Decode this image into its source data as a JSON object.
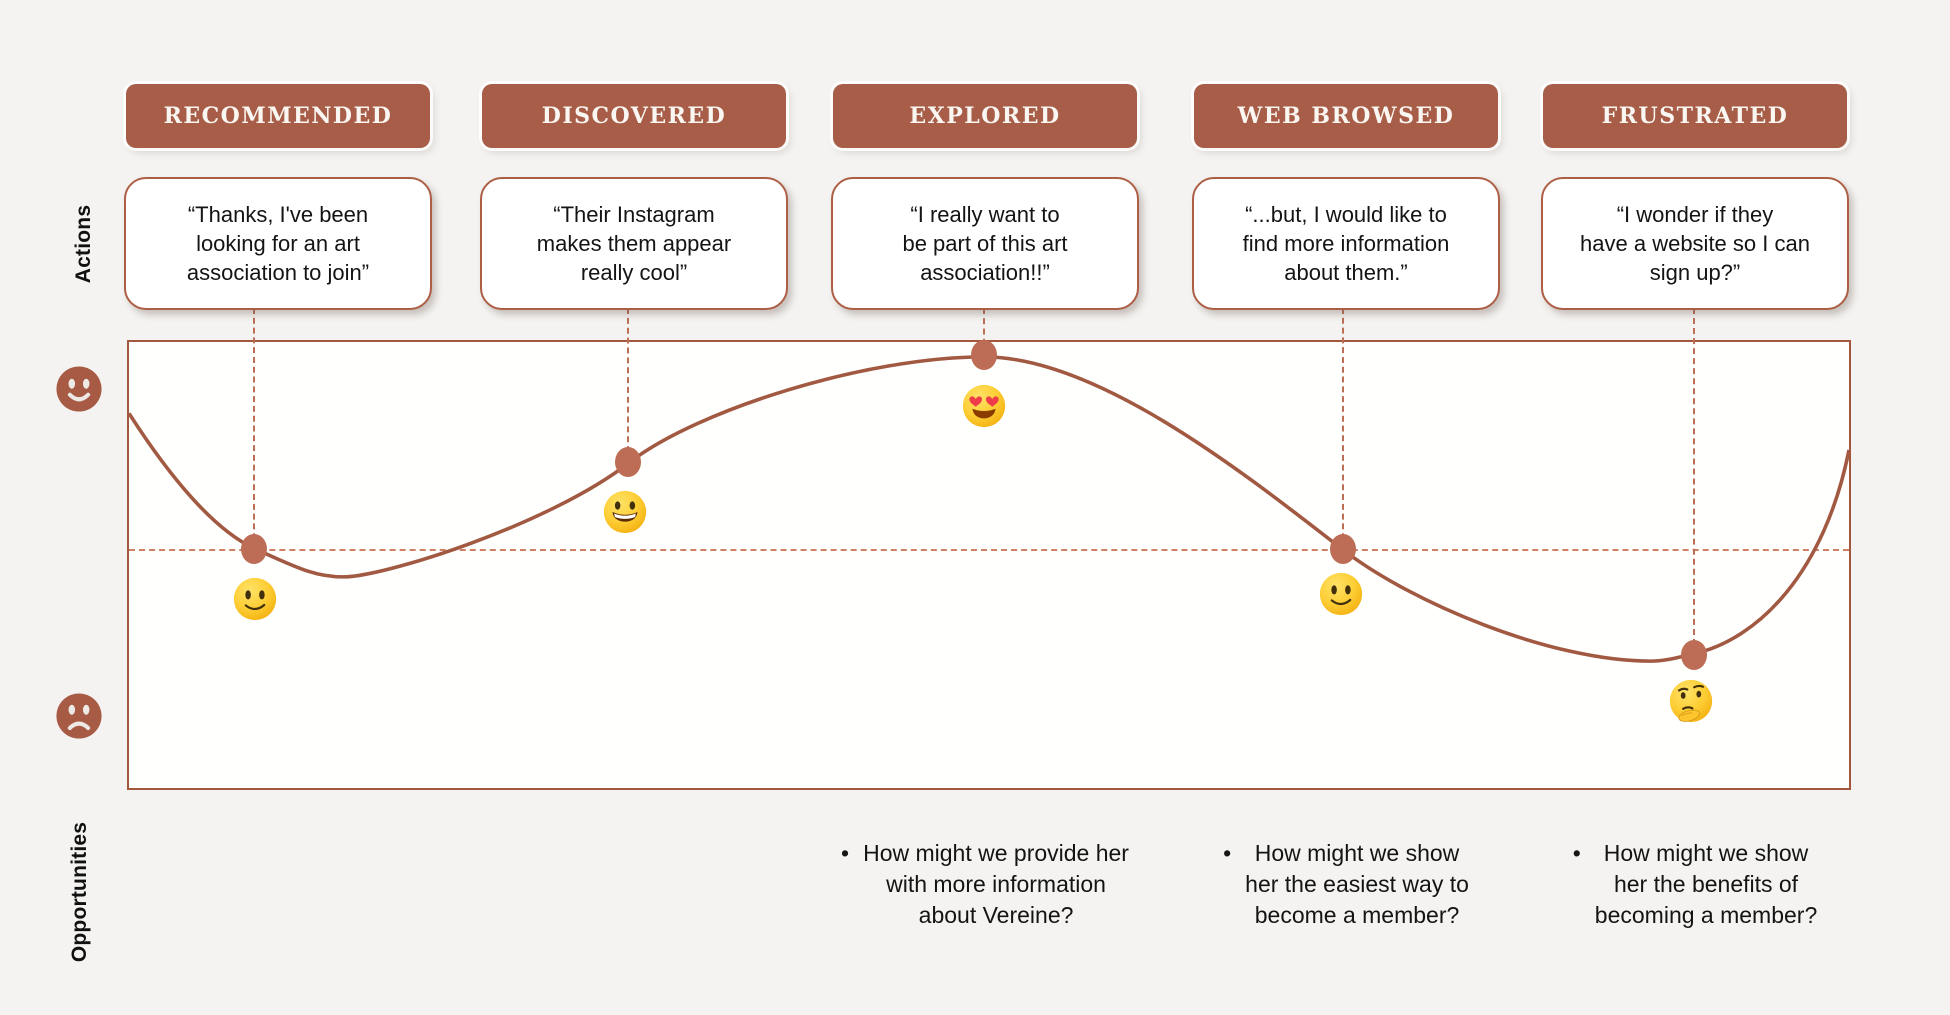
{
  "rail": {
    "actions_label": "Actions",
    "opportunities_label": "Opportunities",
    "positive_icon": "happy-face",
    "negative_icon": "sad-face"
  },
  "stages": [
    {
      "label": "RECOMMENDED",
      "quote": "“Thanks, I've been\nlooking for an art\nassociation to join”",
      "emoji": "slightly-smiling-face",
      "sentiment": 0
    },
    {
      "label": "DISCOVERED",
      "quote": "“Their Instagram\nmakes them appear\nreally  cool”",
      "emoji": "grinning-face",
      "sentiment": 0.4
    },
    {
      "label": "EXPLORED",
      "quote": "“I really want to\nbe part of this art\nassociation!!”",
      "emoji": "smiling-face-with-heart-eyes",
      "sentiment": 0.9,
      "opportunity": "How might we provide her\nwith more information\nabout Vereine?"
    },
    {
      "label": "WEB BROWSED",
      "quote": "“...but, I would like to\nfind more information\nabout them.”",
      "emoji": "slightly-smiling-face",
      "sentiment": 0,
      "opportunity": "How might we show\nher the easiest way to\nbecome a member?"
    },
    {
      "label": "FRUSTRATED",
      "quote": "“I wonder if they\nhave a website so I can\nsign up?”",
      "emoji": "thinking-face",
      "sentiment": -0.5,
      "opportunity": "How might we show\nher the benefits of\nbecoming a member?"
    }
  ],
  "opp_bullet": "•",
  "colors": {
    "accent_terracotta": "#a75d47",
    "curve": "#a25942",
    "marker": "#bd6d55",
    "dashed_line": "#bc6f55",
    "baseline_dash": "#cf8065",
    "chart_border": "#a3573c",
    "bubble_border": "#ad5f45",
    "background": "#f4f3f1",
    "badge_text": "#faf6f1",
    "body_text": "#141414"
  },
  "chart_data": {
    "type": "line",
    "categories": [
      "RECOMMENDED",
      "DISCOVERED",
      "EXPLORED",
      "WEB BROWSED",
      "FRUSTRATED"
    ],
    "values": [
      0,
      0.4,
      0.9,
      0,
      -0.5
    ],
    "ylabel": "emotional sentiment (happy top, sad bottom)",
    "ylim": [
      -1,
      1
    ],
    "baseline": 0,
    "grid": "dashed neutral baseline only",
    "legend_position": "none",
    "point_annotations": [
      "slightly-smiling-face",
      "grinning-face",
      "smiling-face-with-heart-eyes",
      "slightly-smiling-face",
      "thinking-face"
    ]
  }
}
